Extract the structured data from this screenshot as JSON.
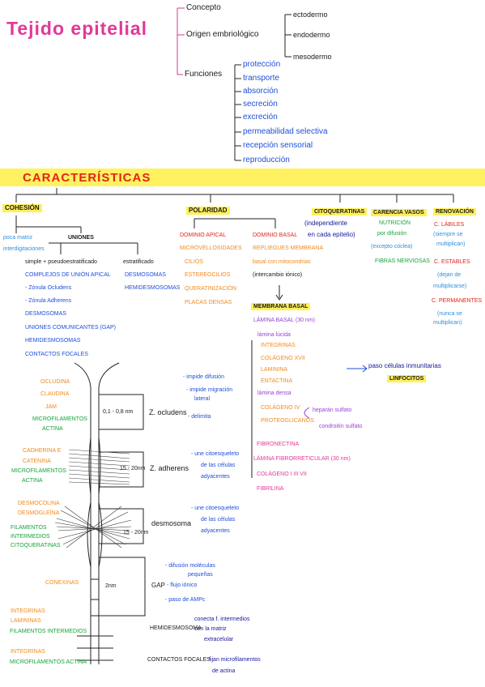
{
  "title": "Tejido epitelial",
  "top": {
    "concepto": "Concepto",
    "origen": "Origen embriológico",
    "ectodermo": "ectodermo",
    "endodermo": "endodermo",
    "mesodermo": "mesodermo",
    "funciones": "Funciones",
    "funciones_items": [
      "protección",
      "transporte",
      "absorción",
      "secreción",
      "excreción",
      "permeabilidad selectiva",
      "recepción sensorial",
      "reproducción"
    ]
  },
  "caracteristicas": {
    "heading": "Características",
    "cohesion": {
      "heading": "COHESIÓN",
      "poca_matriz": "poca matriz",
      "interdigitaciones": "interdigitaciones",
      "uniones": "UNIONES",
      "simple": "simple + pseudoestratificado",
      "estratificado": "estratificado",
      "complejos": "COMPLEJOS DE UNIÓN APICAL",
      "zonula_ocludens": "- Zónula Ocludens",
      "zonula_adherens": "- Zónula Adherens",
      "desmosomas": "DESMOSOMAS",
      "uniones_comunicantes": "UNIONES COMUNICANTES (GAP)",
      "hemidesmosomas": "HEMIDESMOSOMAS",
      "contactos_focales": "CONTACTOS FOCALES",
      "estr_desmosomas": "DESMOSOMAS",
      "estr_hemidesmosomas": "HEMIDESMOSOMAS"
    },
    "polaridad": {
      "heading": "POLARIDAD",
      "dominio_apical": "DOMINIO APICAL",
      "apical_items": [
        "MICROVELLOSIDADES",
        "CILIOS",
        "ESTEREOCILIOS",
        "QUERATINIZACIÓN",
        "PLACAS DENSAS"
      ],
      "dominio_basal": "DOMINIO BASAL",
      "basal_items": [
        "REPLIEGUES MEMBRANA",
        "basal con mitocondrias",
        "(intercambio iónico)"
      ],
      "membrana_basal": "MEMBRANA BASAL",
      "lamina_basal": "LÁMINA BASAL (30 nm)",
      "lamina_lucida": "lámina lúcida",
      "lamina_items": [
        "INTEGRINAS",
        "COLÁGENO XVII",
        "LAMININA",
        "ENTACTINA"
      ],
      "lamina_densa": "lámina densa",
      "colageno_iv": "COLÁGENO IV",
      "proteoglicanos": "PROTEOGLICANOS",
      "heparan": "heparán sulfato",
      "condroitin": "condroitín sulfato",
      "paso": "paso células inmunitarias",
      "linfocitos": "LINFOCITOS",
      "fibronectina": "FIBRONECTINA",
      "lamina_fibro": "LÁMINA FIBRORRETICULAR (30 nm)",
      "colagenos": "COLÁGENO I   III   VII",
      "fibrilina": "FIBRILINA"
    },
    "citoqueratinas": {
      "heading": "CITOQUERATINAS",
      "line1": "(independiente",
      "line2": "en cada epitelio)"
    },
    "carencia": {
      "heading": "CARENCIA VASOS",
      "line1": "NUTRICIÓN",
      "line2": "por difusión",
      "line3": "(excepto cóclea)",
      "line4": "FIBRAS NERVIOSAS"
    },
    "renovacion": {
      "heading": "RENOVACIÓN",
      "labiles": "C. LÁBILES",
      "labiles_note1": "(siempre se",
      "labiles_note2": "multiplican)",
      "estables": "C. ESTABLES",
      "estables_note1": "(dejan de",
      "estables_note2": "multiplicarse)",
      "permanentes": "C. PERMANENTES",
      "permanentes_note1": "(nunca se",
      "permanentes_note2": "multiplican)"
    }
  },
  "diagram": {
    "left_g1": [
      "OCLUDINA",
      "CLAUDINA",
      "JAM"
    ],
    "left_g1_green": [
      "MICROFILAMENTOS",
      "ACTINA"
    ],
    "left_g2": [
      "CADHERINA E",
      "CATENINA"
    ],
    "left_g2_green": [
      "MICROFILAMENTOS",
      "ACTINA"
    ],
    "left_g3": [
      "DESMOCOLINA",
      "DESMOGLEÍNA"
    ],
    "left_g3_green": [
      "FILAMENTOS",
      "INTERMEDIOS",
      "CITOQUERATINAS"
    ],
    "left_g4": [
      "CONEXINAS"
    ],
    "left_g5": [
      "INTEGRINAS",
      "LAMININAS"
    ],
    "left_g5_green": [
      "FILAMENTOS INTERMEDIOS"
    ],
    "left_g6": [
      "INTEGRINAS"
    ],
    "left_g6_green": [
      "MICROFILAMENTOS ACTINA"
    ],
    "box1": "0,1 - 0,8 nm",
    "box2": "15 - 20nm",
    "box3": "15 - 20nm",
    "box4": "2nm",
    "z_ocludens": "Z. ocludens",
    "zo_items": [
      "- impide difusión",
      "- impide migración",
      "lateral",
      "- delimita"
    ],
    "z_adherens": "Z. adherens",
    "za_items": [
      "- une citoesqueleto",
      "de las células",
      "adyacentes"
    ],
    "desmosoma": "desmosoma",
    "des_items": [
      "- une citoesqueleto",
      "de las células",
      "adyacentes"
    ],
    "gap": "GAP",
    "gap_items": [
      "- difusión moléculas",
      "pequeñas",
      "- flujo iónico",
      "- paso de AMPc"
    ],
    "hemidesmosoma": "HEMIDESMOSOMA",
    "hemi_items": [
      "conecta f. intermedios",
      "con la matriz",
      "extracelular"
    ],
    "contactos": "CONTACTOS FOCALES",
    "contactos_items": [
      "fijan microfilamentos",
      "de actina"
    ]
  }
}
